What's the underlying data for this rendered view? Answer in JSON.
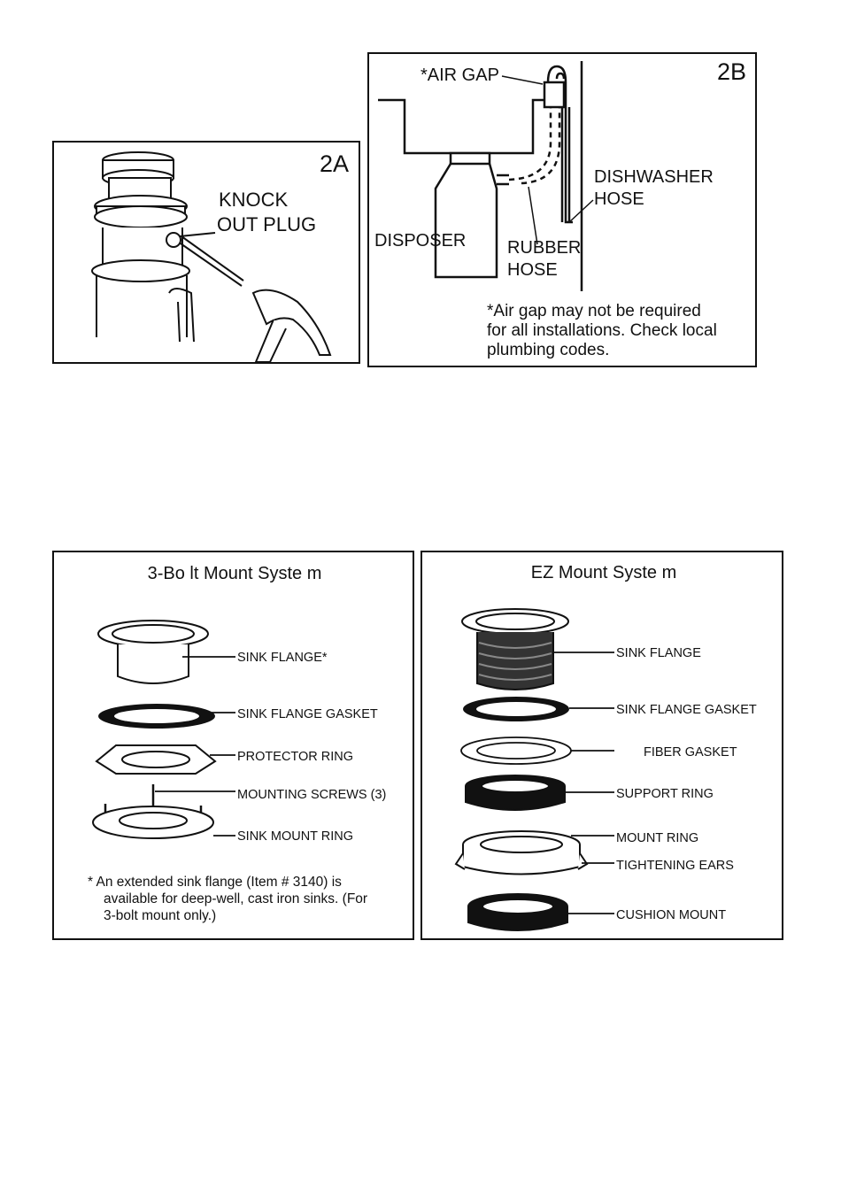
{
  "fig2a": {
    "tag": "2A",
    "label_line1": "KNOCK",
    "label_line2": "OUT PLUG"
  },
  "fig2b": {
    "tag": "2B",
    "air_gap": "*AIR GAP",
    "dishwasher_line1": "DISHWASHER",
    "dishwasher_line2": "HOSE",
    "disposer": "DISPOSER",
    "rubber_line1": "RUBBER",
    "rubber_line2": "HOSE",
    "note_line1": "*Air gap may not be required",
    "note_line2": "for all installations. Check local",
    "note_line3": "plumbing codes."
  },
  "three_bolt": {
    "title": "3-Bo lt Mount Syste m",
    "labels": [
      "SINK FLANGE*",
      "SINK FLANGE GASKET",
      "PROTECTOR RING",
      "MOUNTING SCREWS (3)",
      "SINK MOUNT RING"
    ],
    "footnote_line1": "*  An extended sink flange (Item # 3140) is",
    "footnote_line2": "available for deep-well, cast iron sinks. (For",
    "footnote_line3": "3-bolt mount only.)"
  },
  "ez_mount": {
    "title": "EZ  Mount Syste m",
    "labels": [
      "SINK FLANGE",
      "SINK FLANGE GASKET",
      "FIBER GASKET",
      "SUPPORT RING",
      "MOUNT RING",
      "TIGHTENING EARS",
      "CUSHION MOUNT"
    ]
  },
  "colors": {
    "ink": "#111111",
    "paper": "#ffffff"
  }
}
